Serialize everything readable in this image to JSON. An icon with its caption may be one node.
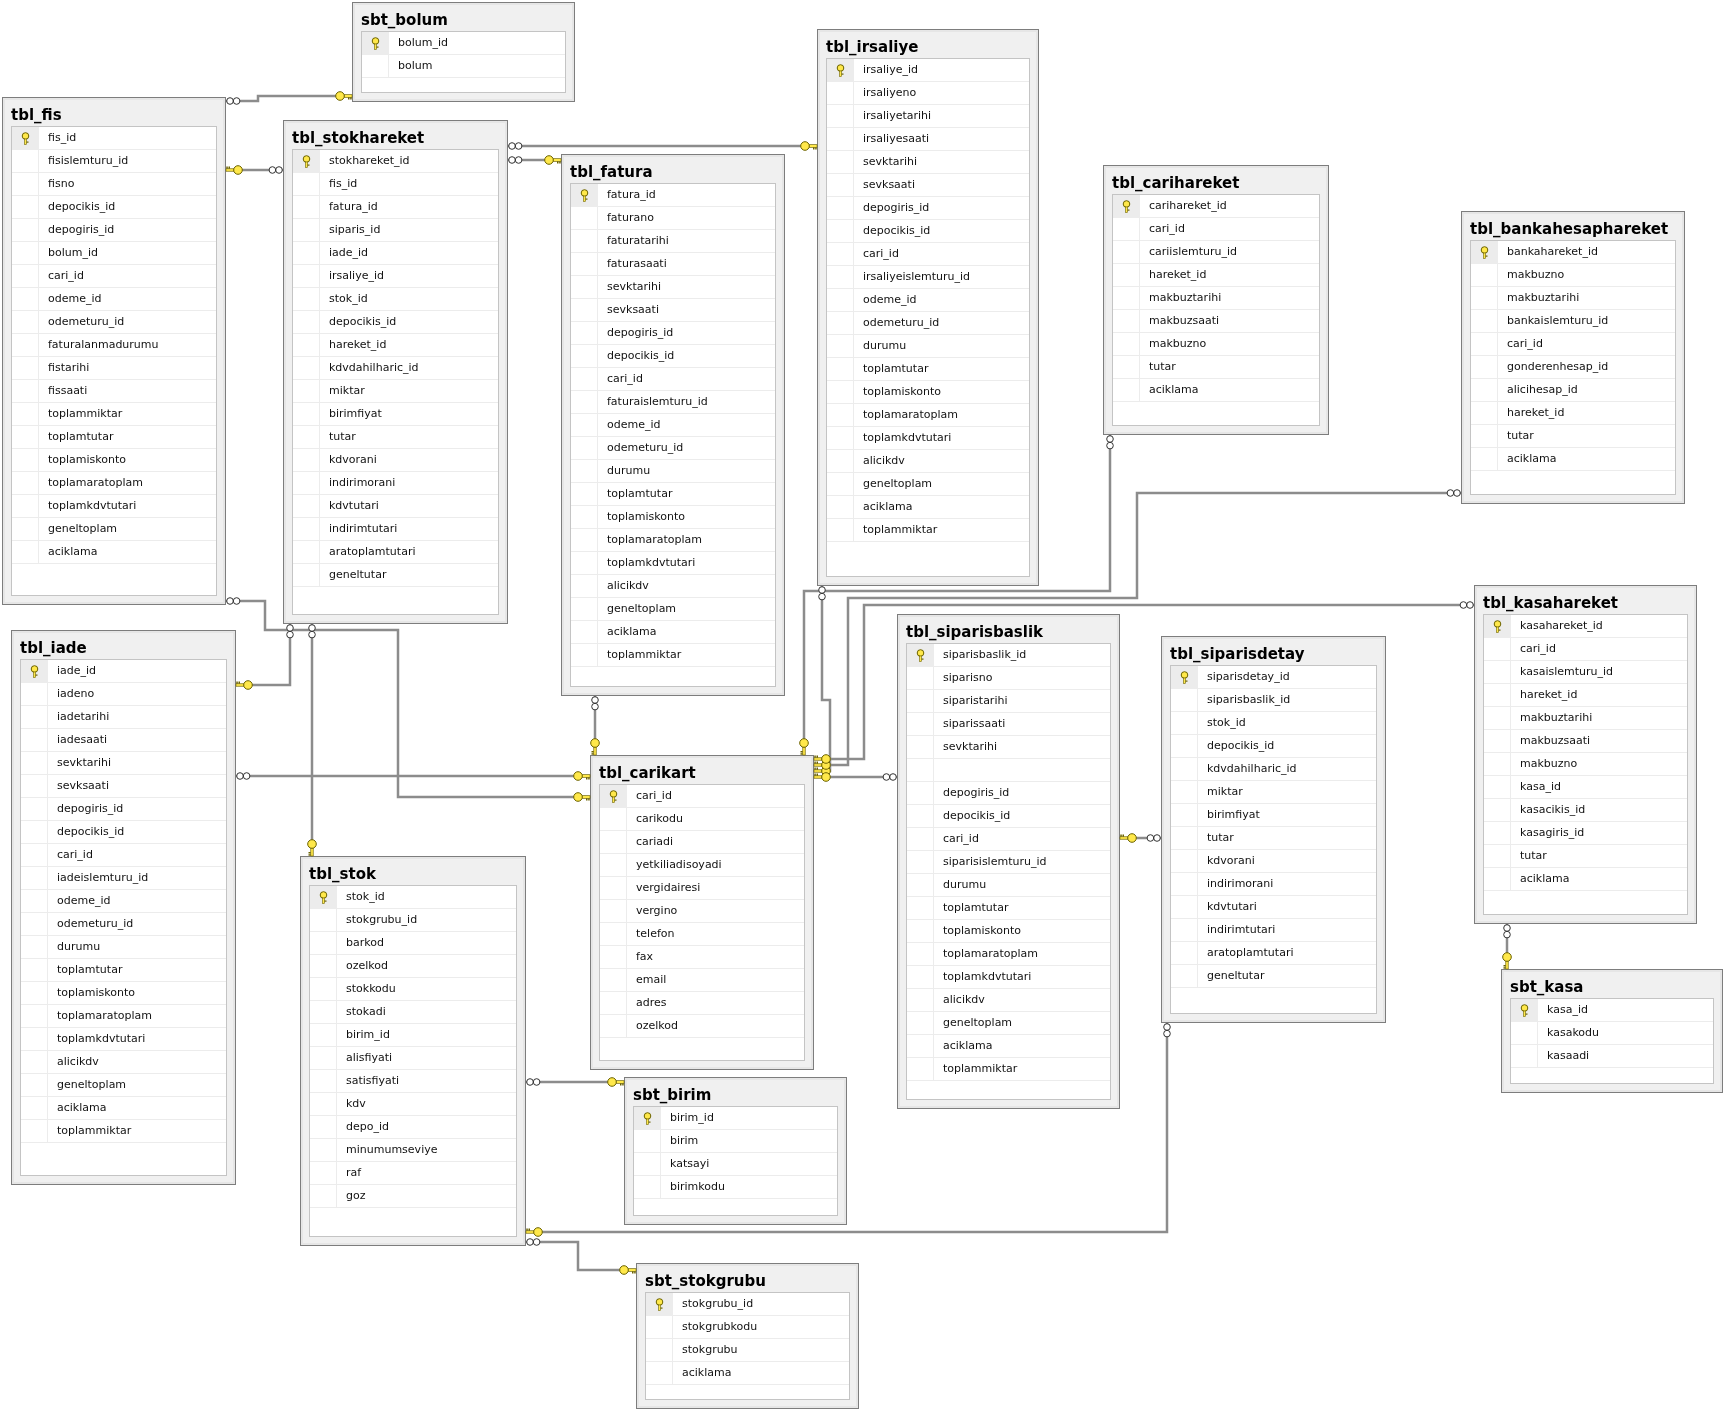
{
  "diagram": {
    "nodes": [
      {
        "text": [
          "sbt_bolum",
          "bolum_id",
          "bolum"
        ]
      },
      {
        "text": [
          "tbl_fis",
          "fis_id",
          "fisislemturu_id",
          "fisno",
          "depocikis_id",
          "depogiris_id",
          "bolum_id",
          "cari_id",
          "odeme_id",
          "odemeturu_id",
          "faturalanmadurumu",
          "fistarihi",
          "fissaati",
          "toplammiktar",
          "toplamtutar",
          "toplamiskonto",
          "toplamaratoplam",
          "toplamkdvtutari",
          "geneltoplam",
          "aciklama"
        ]
      },
      {
        "text": [
          "tbl_stokhareket",
          "stokhareket_id",
          "fis_id",
          "fatura_id",
          "siparis_id",
          "iade_id",
          "irsaliye_id",
          "stok_id",
          "depocikis_id",
          "hareket_id",
          "kdvdahilharic_id",
          "miktar",
          "birimfiyat",
          "tutar",
          "kdvorani",
          "indirimorani",
          "kdvtutari",
          "indirimtutari",
          "aratoplamtutari",
          "geneltutar"
        ]
      },
      {
        "text": [
          "tbl_fatura",
          "fatura_id",
          "faturano",
          "faturatarihi",
          "faturasaati",
          "sevktarihi",
          "sevksaati",
          "depogiris_id",
          "depocikis_id",
          "cari_id",
          "faturaislemturu_id",
          "odeme_id",
          "odemeturu_id",
          "durumu",
          "toplamtutar",
          "toplamiskonto",
          "toplamaratoplam",
          "toplamkdvtutari",
          "alicikdv",
          "geneltoplam",
          "aciklama",
          "toplammiktar"
        ]
      },
      {
        "text": [
          "tbl_irsaliye",
          "irsaliye_id",
          "irsaliyeno",
          "irsaliyetarihi",
          "irsaliyesaati",
          "sevktarihi",
          "sevksaati",
          "depogiris_id",
          "depocikis_id",
          "cari_id",
          "irsaliyeislemturu_id",
          "odeme_id",
          "odemeturu_id",
          "durumu",
          "toplamtutar",
          "toplamiskonto",
          "toplamaratoplam",
          "toplamkdvtutari",
          "alicikdv",
          "geneltoplam",
          "aciklama",
          "toplammiktar"
        ]
      },
      {
        "text": [
          "tbl_carihareket",
          "carihareket_id",
          "cari_id",
          "cariislemturu_id",
          "hareket_id",
          "makbuztarihi",
          "makbuzsaati",
          "makbuzno",
          "tutar",
          "aciklama"
        ]
      },
      {
        "text": [
          "tbl_bankahesaphareket",
          "bankahareket_id",
          "makbuzno",
          "makbuztarihi",
          "bankaislemturu_id",
          "cari_id",
          "gonderenhesap_id",
          "alicihesap_id",
          "hareket_id",
          "tutar",
          "aciklama"
        ]
      },
      {
        "text": [
          "tbl_iade",
          "iade_id",
          "iadeno",
          "iadetarihi",
          "iadesaati",
          "sevktarihi",
          "sevksaati",
          "depogiris_id",
          "depocikis_id",
          "cari_id",
          "iadeislemturu_id",
          "odeme_id",
          "odemeturu_id",
          "durumu",
          "toplamtutar",
          "toplamiskonto",
          "toplamaratoplam",
          "toplamkdvtutari",
          "alicikdv",
          "geneltoplam",
          "aciklama",
          "toplammiktar"
        ]
      },
      {
        "text": [
          "tbl_siparisbaslik",
          "siparisbaslik_id",
          "siparisno",
          "siparistarihi",
          "siparissaati",
          "sevktarihi",
          "depogiris_id",
          "depocikis_id",
          "cari_id",
          "siparisislemturu_id",
          "durumu",
          "toplamtutar",
          "toplamiskonto",
          "toplamaratoplam",
          "toplamkdvtutari",
          "alicikdv",
          "geneltoplam",
          "aciklama",
          "toplammiktar"
        ]
      },
      {
        "text": [
          "tbl_siparisdetay",
          "siparisdetay_id",
          "siparisbaslik_id",
          "stok_id",
          "depocikis_id",
          "kdvdahilharic_id",
          "miktar",
          "birimfiyat",
          "tutar",
          "kdvorani",
          "indirimorani",
          "kdvtutari",
          "indirimtutari",
          "aratoplamtutari",
          "geneltutar"
        ]
      },
      {
        "text": [
          "tbl_kasahareket",
          "kasahareket_id",
          "cari_id",
          "kasaislemturu_id",
          "hareket_id",
          "makbuztarihi",
          "makbuzsaati",
          "makbuzno",
          "kasa_id",
          "kasacikis_id",
          "kasagiris_id",
          "tutar",
          "aciklama"
        ]
      },
      {
        "text": [
          "tbl_carikart",
          "cari_id",
          "carikodu",
          "cariadi",
          "yetkiliadisoyadi",
          "vergidairesi",
          "vergino",
          "telefon",
          "fax",
          "email",
          "adres",
          "ozelkod"
        ]
      },
      {
        "text": [
          "tbl_stok",
          "stok_id",
          "stokgrubu_id",
          "barkod",
          "ozelkod",
          "stokkodu",
          "stokadi",
          "birim_id",
          "alisfiyati",
          "satisfiyati",
          "kdv",
          "depo_id",
          "minumumseviye",
          "raf",
          "goz"
        ]
      },
      {
        "text": [
          "sbt_birim",
          "birim_id",
          "birim",
          "katsayi",
          "birimkodu"
        ]
      },
      {
        "text": [
          "sbt_kasa",
          "kasa_id",
          "kasakodu",
          "kasaadi"
        ]
      },
      {
        "text": [
          "sbt_stokgrubu",
          "stokgrubu_id",
          "stokgrubkodu",
          "stokgrubu",
          "aciklama"
        ]
      }
    ],
    "edges": [
      {
        "from": 1,
        "to": 0,
        "arrow": "other"
      },
      {
        "from": 2,
        "to": 1,
        "arrow": "other"
      },
      {
        "from": 2,
        "to": 4,
        "arrow": "other"
      },
      {
        "from": 2,
        "to": 3,
        "arrow": "other"
      },
      {
        "from": 1,
        "to": 11,
        "arrow": "other"
      },
      {
        "from": 2,
        "to": 7,
        "arrow": "other"
      },
      {
        "from": 2,
        "to": 12,
        "arrow": "other"
      },
      {
        "from": 7,
        "to": 11,
        "arrow": "other"
      },
      {
        "from": 3,
        "to": 11,
        "arrow": "other"
      },
      {
        "from": 5,
        "to": 11,
        "arrow": "other"
      },
      {
        "from": 4,
        "to": 11,
        "arrow": "other"
      },
      {
        "from": 6,
        "to": 11,
        "arrow": "other"
      },
      {
        "from": 10,
        "to": 11,
        "arrow": "other"
      },
      {
        "from": 8,
        "to": 11,
        "arrow": "other"
      },
      {
        "from": 9,
        "to": 8,
        "arrow": "other"
      },
      {
        "from": 9,
        "to": 12,
        "arrow": "other"
      },
      {
        "from": 12,
        "to": 13,
        "arrow": "other"
      },
      {
        "from": 12,
        "to": 15,
        "arrow": "other"
      },
      {
        "from": 10,
        "to": 14,
        "arrow": "other"
      }
    ]
  }
}
